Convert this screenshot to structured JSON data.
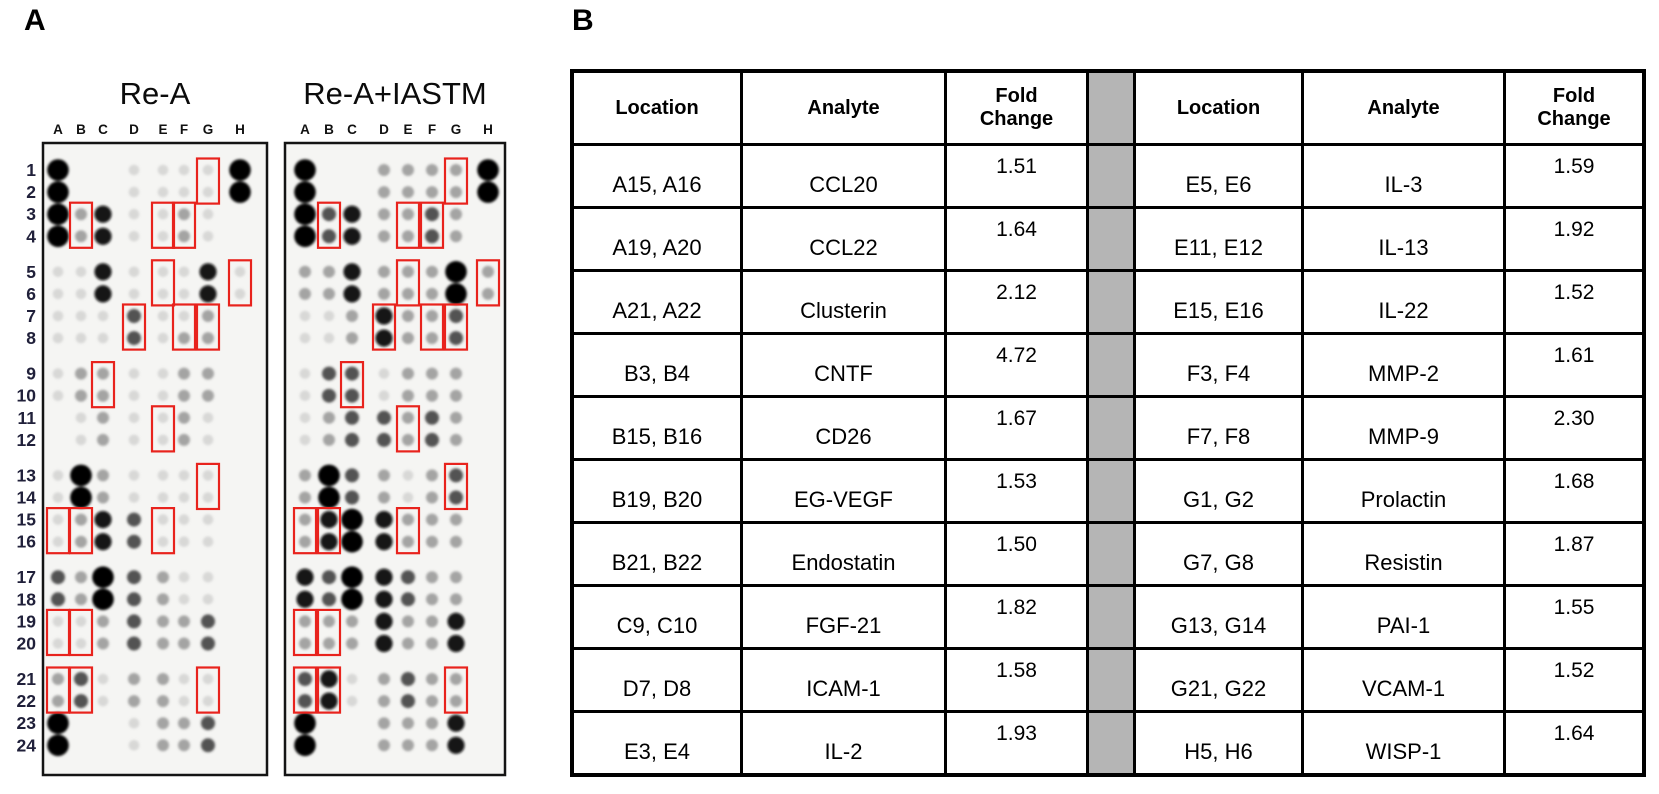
{
  "panelA": {
    "label": "A",
    "column_headers": [
      "A",
      "B",
      "C",
      "D",
      "E",
      "F",
      "G",
      "H"
    ],
    "row_labels": [
      "1",
      "2",
      "3",
      "4",
      "5",
      "6",
      "7",
      "8",
      "9",
      "10",
      "11",
      "12",
      "13",
      "14",
      "15",
      "16",
      "17",
      "18",
      "19",
      "20",
      "21",
      "22",
      "23",
      "24"
    ],
    "row_label_color": "#20203a",
    "highlight_color": "#e8231d",
    "blot_background": "#f5f5f3",
    "highlight_boxes": [
      {
        "column": "G",
        "rows": "1-2"
      },
      {
        "column": "B",
        "rows": "3-4"
      },
      {
        "column": "E",
        "rows": "3-4"
      },
      {
        "column": "F",
        "rows": "3-4"
      },
      {
        "column": "E",
        "rows": "5-6"
      },
      {
        "column": "H",
        "rows": "5-6"
      },
      {
        "column": "D",
        "rows": "7-8"
      },
      {
        "column": "F",
        "rows": "7-8"
      },
      {
        "column": "G",
        "rows": "7-8"
      },
      {
        "column": "C",
        "rows": "9-10"
      },
      {
        "column": "E",
        "rows": "11-12"
      },
      {
        "column": "G",
        "rows": "13-14"
      },
      {
        "column": "A",
        "rows": "15-16"
      },
      {
        "column": "B",
        "rows": "15-16"
      },
      {
        "column": "E",
        "rows": "15-16"
      },
      {
        "column": "A",
        "rows": "19-20"
      },
      {
        "column": "B",
        "rows": "19-20"
      },
      {
        "column": "A",
        "rows": "21-22"
      },
      {
        "column": "B",
        "rows": "21-22"
      },
      {
        "column": "G",
        "rows": "21-22"
      }
    ],
    "blots": [
      {
        "title": "Re-A",
        "spots": [
          "50011115",
          "50011115",
          "52411210",
          "52411210",
          "11411141",
          "11411141",
          "11131120",
          "11131220",
          "12211220",
          "12211220",
          "01211210",
          "01211210",
          "15211110",
          "15211110",
          "12431110",
          "12431110",
          "32532110",
          "32532110",
          "11232230",
          "11232230",
          "23122110",
          "23122110",
          "50012230",
          "50012230"
        ]
      },
      {
        "title": "Re-A+IASTM",
        "spots": [
          "50022225",
          "50022225",
          "53422320",
          "53422320",
          "22422252",
          "22422252",
          "11242230",
          "11242230",
          "13312220",
          "13312220",
          "12332320",
          "12332320",
          "25321230",
          "25321230",
          "24542220",
          "24542220",
          "43543220",
          "43543220",
          "22242240",
          "22242240",
          "34123220",
          "34123220",
          "50022240",
          "50022240"
        ]
      }
    ]
  },
  "panelB": {
    "label": "B",
    "separator_color": "#b5b5b5",
    "left_table": {
      "headers": [
        "Location",
        "Analyte",
        "Fold Change"
      ],
      "rows": [
        [
          "A15, A16",
          "CCL20",
          "1.51"
        ],
        [
          "A19, A20",
          "CCL22",
          "1.64"
        ],
        [
          "A21, A22",
          "Clusterin",
          "2.12"
        ],
        [
          "B3, B4",
          "CNTF",
          "4.72"
        ],
        [
          "B15, B16",
          "CD26",
          "1.67"
        ],
        [
          "B19, B20",
          "EG-VEGF",
          "1.53"
        ],
        [
          "B21, B22",
          "Endostatin",
          "1.50"
        ],
        [
          "C9, C10",
          "FGF-21",
          "1.82"
        ],
        [
          "D7, D8",
          "ICAM-1",
          "1.58"
        ],
        [
          "E3, E4",
          "IL-2",
          "1.93"
        ]
      ]
    },
    "right_table": {
      "headers": [
        "Location",
        "Analyte",
        "Fold Change"
      ],
      "rows": [
        [
          "E5, E6",
          "IL-3",
          "1.59"
        ],
        [
          "E11, E12",
          "IL-13",
          "1.92"
        ],
        [
          "E15, E16",
          "IL-22",
          "1.52"
        ],
        [
          "F3, F4",
          "MMP-2",
          "1.61"
        ],
        [
          "F7, F8",
          "MMP-9",
          "2.30"
        ],
        [
          "G1, G2",
          "Prolactin",
          "1.68"
        ],
        [
          "G7, G8",
          "Resistin",
          "1.87"
        ],
        [
          "G13, G14",
          "PAI-1",
          "1.55"
        ],
        [
          "G21, G22",
          "VCAM-1",
          "1.52"
        ],
        [
          "H5, H6",
          "WISP-1",
          "1.64"
        ]
      ]
    }
  }
}
